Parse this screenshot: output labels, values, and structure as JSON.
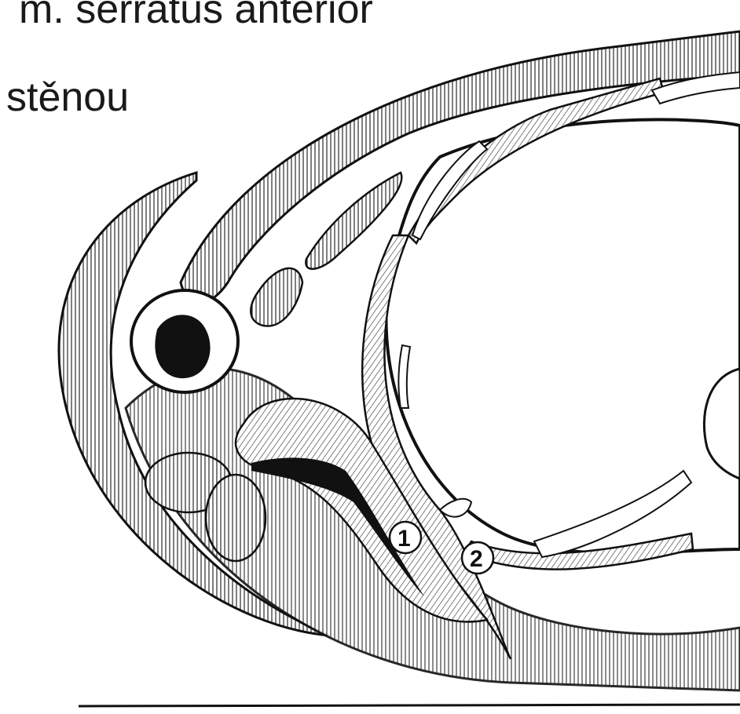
{
  "title": {
    "line1": "m. serratus anterior",
    "line2": "stěnou"
  },
  "figure": {
    "markers": [
      "1",
      "2"
    ],
    "colors": {
      "ink": "#111111",
      "paper": "#ffffff",
      "hatch": "#3a3a3a"
    }
  }
}
